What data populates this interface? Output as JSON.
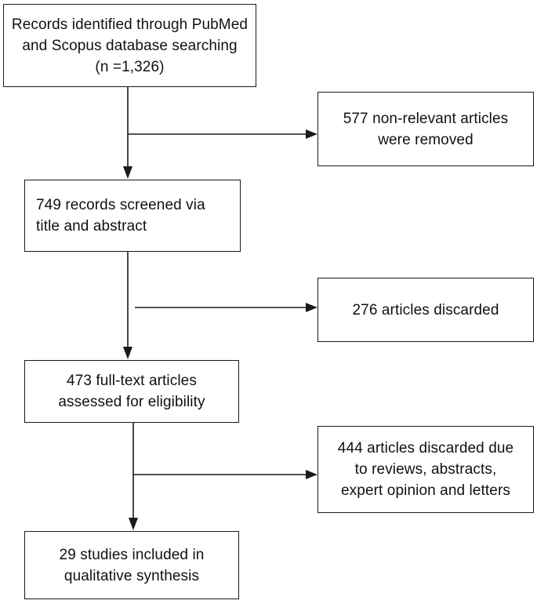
{
  "diagram": {
    "main_steps": [
      {
        "id": "identified",
        "text": "Records identified through PubMed\nand Scopus database searching\n(n =1,326)"
      },
      {
        "id": "screened",
        "text": "749 records screened via\ntitle and abstract"
      },
      {
        "id": "assessed",
        "text": "473 full-text articles\nassessed for eligibility"
      },
      {
        "id": "included",
        "text": "29 studies included in\nqualitative synthesis"
      }
    ],
    "exclusions": [
      {
        "id": "removed",
        "text": "577 non-relevant articles\nwere removed"
      },
      {
        "id": "discarded",
        "text": "276 articles discarded"
      },
      {
        "id": "discarded-due",
        "text": "444 articles discarded due\nto reviews, abstracts,\nexpert opinion and letters"
      }
    ]
  }
}
